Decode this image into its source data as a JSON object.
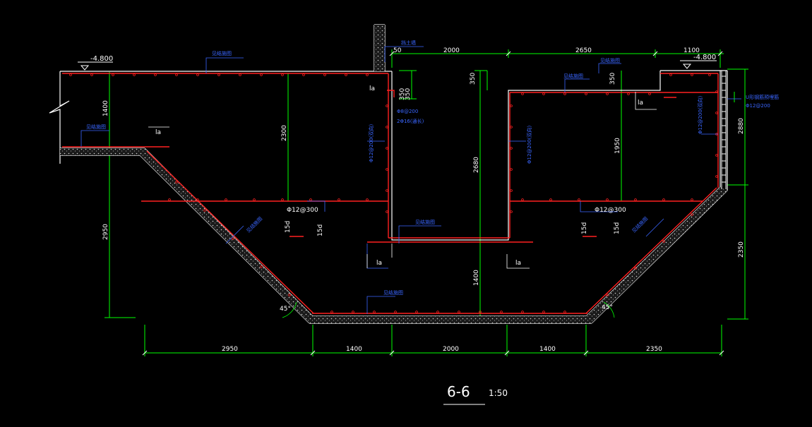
{
  "title": "6-6",
  "scale": "1:50",
  "levels": {
    "left": "-4.800",
    "right": "-4.800"
  },
  "top_dims": {
    "d1": "50",
    "d2": "2000",
    "d3": "2650",
    "d4": "1100"
  },
  "bottom_dims": [
    "2950",
    "1400",
    "2000",
    "1400",
    "2350"
  ],
  "vertical_dims": {
    "left_upper": "1400",
    "left_lower": "2950",
    "room_left": "2300",
    "mid_350a": "350",
    "mid_350b": "350",
    "center_top": "350",
    "center_tall": "2680",
    "center_low": "1400",
    "room_right": "1950",
    "right_350": "350",
    "right_upper": "2880",
    "right_lower": "2350"
  },
  "angles": {
    "left": "45°",
    "right": "45°"
  },
  "rebar": {
    "horiz_left": "Φ12@300",
    "horiz_right": "Φ12@300",
    "vert_left": "Φ12@200(双向)",
    "vert_mid": "Φ12@200(双向)",
    "vert_right": "Φ12@200(双向)",
    "top_stirrup": "Φ8@200",
    "top_bars": "2Φ16(通长)",
    "right_embed": "Φ12@200",
    "la": "la",
    "lab": "15d"
  },
  "notes": {
    "wall_label": "挡土墙",
    "bar_a": "见结施图",
    "right_embed": "U形钢筋预埋筋"
  }
}
